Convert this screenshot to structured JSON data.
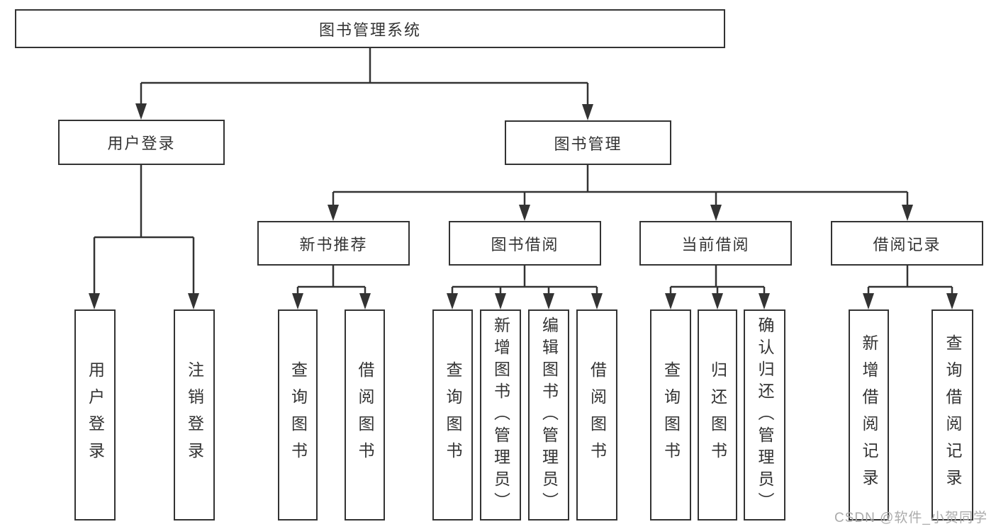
{
  "diagram": {
    "watermark": "CSDN @软件_小贺同学",
    "colors": {
      "line": "#333333",
      "box_border": "#333333",
      "text": "#333333",
      "background": "#ffffff",
      "watermark": "#ababab"
    },
    "tree": {
      "root": {
        "label": "图书管理系统"
      },
      "branches": [
        {
          "label": "用户登录",
          "children": [
            {
              "label": "用户登录"
            },
            {
              "label": "注销登录"
            }
          ]
        },
        {
          "label": "图书管理",
          "children": [
            {
              "label": "新书推荐",
              "children": [
                {
                  "label": "查询图书"
                },
                {
                  "label": "借阅图书"
                }
              ]
            },
            {
              "label": "图书借阅",
              "children": [
                {
                  "label": "查询图书"
                },
                {
                  "label": "新增图书（管理员）"
                },
                {
                  "label": "编辑图书（管理员）"
                },
                {
                  "label": "借阅图书"
                }
              ]
            },
            {
              "label": "当前借阅",
              "children": [
                {
                  "label": "查询图书"
                },
                {
                  "label": "归还图书"
                },
                {
                  "label": "确认归还（管理员）"
                }
              ]
            },
            {
              "label": "借阅记录",
              "children": [
                {
                  "label": "新增借阅记录"
                },
                {
                  "label": "查询借阅记录"
                }
              ]
            }
          ]
        }
      ]
    }
  }
}
